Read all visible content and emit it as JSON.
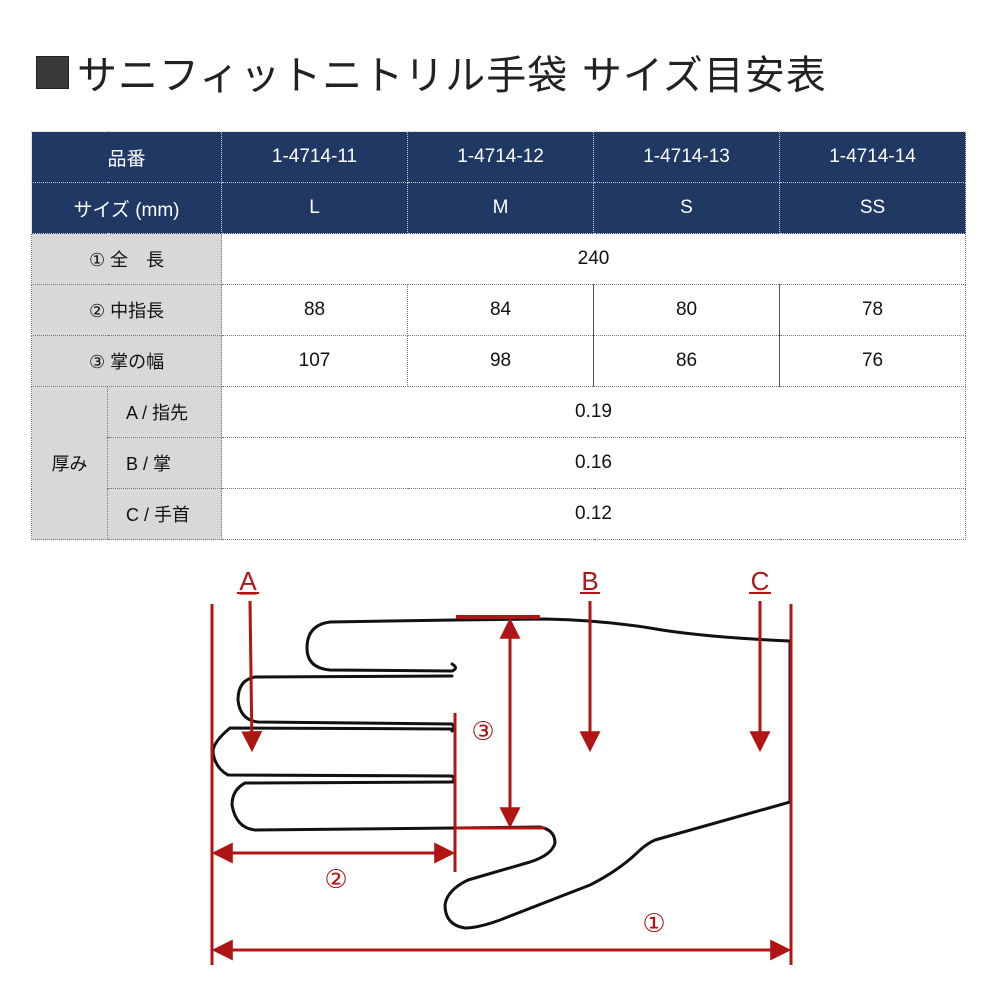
{
  "title": {
    "bullet_icon": "black-square",
    "text": "サニフィットニトリル手袋 サイズ目安表"
  },
  "table": {
    "header_row": {
      "label": "品番",
      "values": [
        "1-4714-11",
        "1-4714-12",
        "1-4714-13",
        "1-4714-14"
      ]
    },
    "size_row": {
      "label": "サイズ (mm)",
      "values": [
        "L",
        "M",
        "S",
        "SS"
      ]
    },
    "total_length": {
      "label": "① 全　長",
      "value": "240"
    },
    "middle_finger": {
      "label": "② 中指長",
      "values": [
        "88",
        "84",
        "80",
        "78"
      ]
    },
    "palm_width": {
      "label": "③ 掌の幅",
      "values": [
        "107",
        "98",
        "86",
        "76"
      ]
    },
    "thickness": {
      "label": "厚み",
      "rows": [
        {
          "label": "A / 指先",
          "value": "0.19"
        },
        {
          "label": "B / 掌",
          "value": "0.16"
        },
        {
          "label": "C / 手首",
          "value": "0.12"
        }
      ]
    }
  },
  "diagram": {
    "labels": {
      "a": "A",
      "b": "B",
      "c": "C",
      "m1": "①",
      "m2": "②",
      "m3": "③"
    },
    "colors": {
      "outline": "#111111",
      "measure": "#b01515"
    }
  },
  "colors": {
    "header_bg": "#1f3864",
    "label_bg": "#d8d8d8",
    "measure_red": "#b01515"
  }
}
